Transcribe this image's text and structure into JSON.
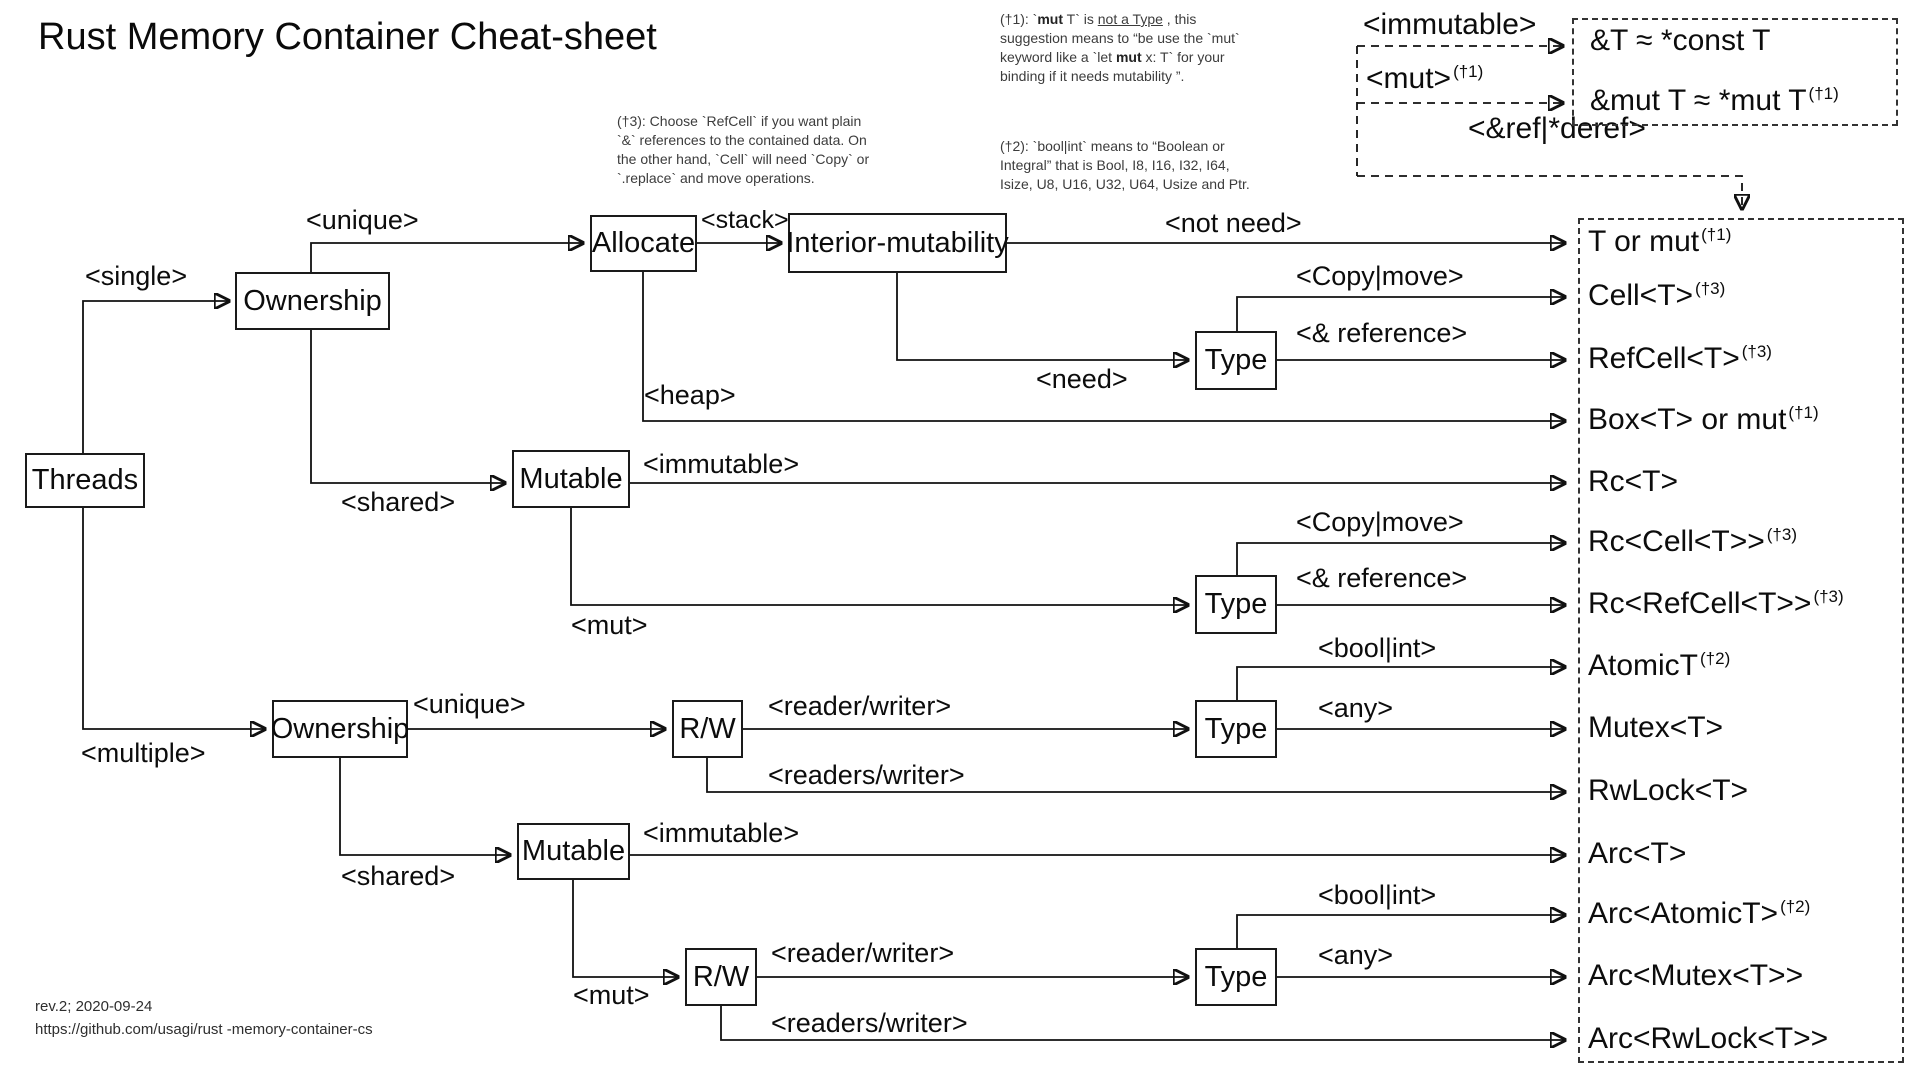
{
  "title": "Rust Memory Container Cheat-sheet",
  "footnotes": {
    "f3": "(†3): Choose `RefCell` if you want plain\n`&` references to the contained data. On\nthe other hand, `Cell` will need `Copy` or\n`.replace` and move operations.",
    "f1": {
      "p0": "(†1): `",
      "p1": "mut",
      "p2": " T` is ",
      "p3": "not a Type",
      "p4": " , this\nsuggestion means to “be use the `mut`\nkeyword like a `let ",
      "p5": "mut",
      "p6": " x: T` for your\nbinding if it needs mutability ”."
    },
    "f2": "(†2): `bool|int` means to “Boolean or\nIntegral” that is Bool, I8, I16, I32, I64,\nIsize, U8, U16, U32, U64,  Usize and Ptr."
  },
  "legend": {
    "immutable": "<immutable>",
    "mut": "<mut>",
    "mut_sup": "(†1)",
    "eq1": "&T ≈ *const T",
    "eq2": "&mut T ≈ *mut T",
    "eq2_sup": "(†1)",
    "refderef": "<&ref|*deref>"
  },
  "nodes": {
    "threads": "Threads",
    "ownership1": "Ownership",
    "allocate": "Allocate",
    "interior": "Interior-mutability",
    "type1": "Type",
    "mutable1": "Mutable",
    "type2": "Type",
    "ownership2": "Ownership",
    "rw1": "R/W",
    "type3": "Type",
    "mutable2": "Mutable",
    "rw2": "R/W",
    "type4": "Type"
  },
  "edge_labels": {
    "single": "<single>",
    "multiple": "<multiple>",
    "unique1": "<unique>",
    "shared1": "<shared>",
    "stack": "<stack>",
    "heap": "<heap>",
    "not_need": "<not need>",
    "need": "<need>",
    "copy_move1": "<Copy|move>",
    "reference1": "<& reference>",
    "immutable1": "<immutable>",
    "mut1": "<mut>",
    "copy_move2": "<Copy|move>",
    "reference2": "<& reference>",
    "unique2": "<unique>",
    "reader_writer1": "<reader/writer>",
    "readers_writer1": "<readers/writer>",
    "bool_int1": "<bool|int>",
    "any1": "<any>",
    "shared2": "<shared>",
    "immutable2": "<immutable>",
    "mut2": "<mut>",
    "reader_writer2": "<reader/writer>",
    "readers_writer2": "<readers/writer>",
    "bool_int2": "<bool|int>",
    "any2": "<any>"
  },
  "outputs": [
    {
      "label": "T or mut",
      "sup": "(†1)"
    },
    {
      "label": "Cell<T>",
      "sup": "(†3)"
    },
    {
      "label": "RefCell<T>",
      "sup": "(†3)"
    },
    {
      "label": "Box<T> or mut",
      "sup": "(†1)"
    },
    {
      "label": "Rc<T>",
      "sup": ""
    },
    {
      "label": "Rc<Cell<T>>",
      "sup": "(†3)"
    },
    {
      "label": "Rc<RefCell<T>>",
      "sup": "(†3)"
    },
    {
      "label": "AtomicT",
      "sup": "(†2)"
    },
    {
      "label": "Mutex<T>",
      "sup": ""
    },
    {
      "label": "RwLock<T>",
      "sup": ""
    },
    {
      "label": "Arc<T>",
      "sup": ""
    },
    {
      "label": "Arc<AtomicT>",
      "sup": "(†2)"
    },
    {
      "label": "Arc<Mutex<T>>",
      "sup": ""
    },
    {
      "label": "Arc<RwLock<T>>",
      "sup": ""
    }
  ],
  "footer": {
    "rev": "rev.2; 2020-09-24",
    "url": "https://github.com/usagi/rust -memory-container-cs"
  }
}
